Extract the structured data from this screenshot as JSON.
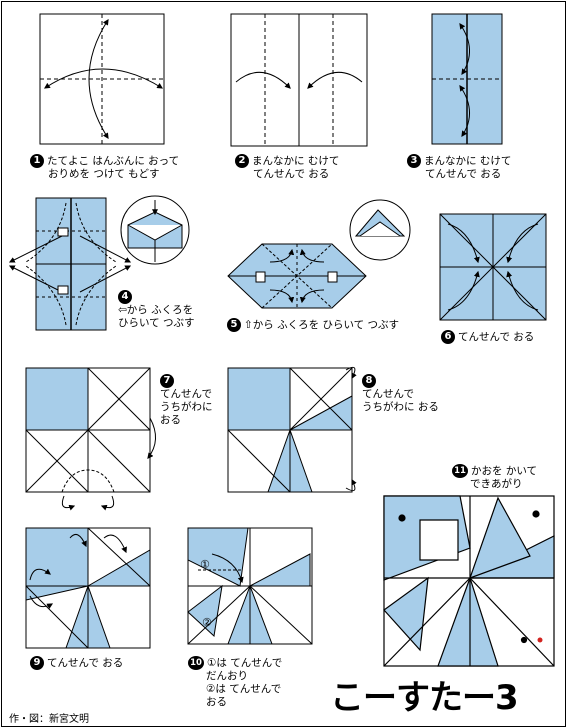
{
  "title": "こーすたー3",
  "credit": "作・図：新宮文明",
  "colors": {
    "paper_blue": "#a7cde9",
    "line": "#000000"
  },
  "steps": [
    {
      "num": "1",
      "lines": [
        "たてよこ はんぶんに おって",
        "おりめを つけて もどす"
      ]
    },
    {
      "num": "2",
      "lines": [
        "まんなかに むけて",
        "てんせんで おる"
      ]
    },
    {
      "num": "3",
      "lines": [
        "まんなかに むけて",
        "てんせんで おる"
      ]
    },
    {
      "num": "4",
      "lines": [
        "⇦から ふくろを",
        "ひらいて つぶす"
      ]
    },
    {
      "num": "5",
      "lines": [
        "⇧から ふくろを ひらいて つぶす"
      ]
    },
    {
      "num": "6",
      "lines": [
        "てんせんで おる"
      ]
    },
    {
      "num": "7",
      "lines": [
        "てんせんで",
        "うちがわに",
        "おる"
      ]
    },
    {
      "num": "8",
      "lines": [
        "てんせんで",
        "うちがわに おる"
      ]
    },
    {
      "num": "9",
      "lines": [
        "てんせんで おる"
      ]
    },
    {
      "num": "10",
      "lines": [
        "①は てんせんで",
        "だんおり",
        "②は てんせんで",
        "おる"
      ]
    },
    {
      "num": "11",
      "lines": [
        "かおを かいて",
        "できあがり"
      ]
    }
  ],
  "markers": {
    "one": "①",
    "two": "②"
  }
}
